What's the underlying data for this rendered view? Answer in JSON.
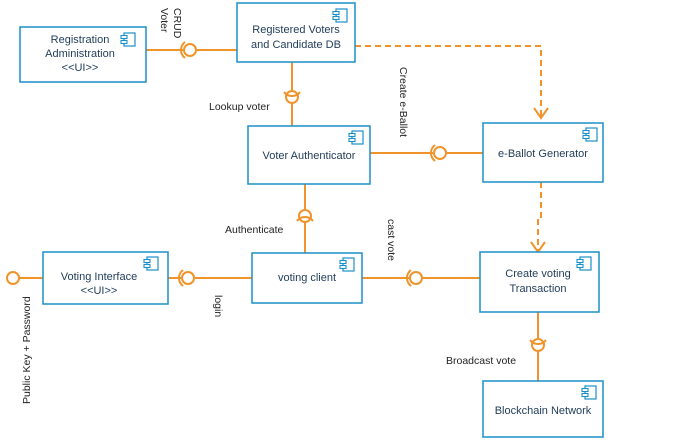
{
  "colors": {
    "box_border": "#1a8fc9",
    "box_text": "#1f3b57",
    "connector": "#f0932b",
    "label": "#222222",
    "background": "#ffffff"
  },
  "components": {
    "registration_admin": {
      "line1": "Registration",
      "line2": "Administration",
      "line3": "<<UI>>"
    },
    "registered_db": {
      "line1": "Registered Voters",
      "line2": "and Candidate DB"
    },
    "voter_authenticator": {
      "line1": "Voter Authenticator"
    },
    "eballot_generator": {
      "line1": "e-Ballot Generator"
    },
    "voting_interface": {
      "line1": "Voting Interface",
      "line2": "<<UI>>"
    },
    "voting_client": {
      "line1": "voting client"
    },
    "create_transaction": {
      "line1": "Create voting",
      "line2": "Transaction"
    },
    "blockchain_network": {
      "line1": "Blockchain Network"
    }
  },
  "labels": {
    "crud_voter_1": "CRUD",
    "crud_voter_2": "Voter",
    "lookup_voter": "Lookup voter",
    "create_eballot": "Create e-Ballot",
    "authenticate": "Authenticate",
    "cast_vote": "cast vote",
    "login": "login",
    "public_key_password": "Public Key + Password",
    "broadcast_vote": "Broadcast vote"
  },
  "icons": {
    "component_icon": "uml-component-icon"
  }
}
